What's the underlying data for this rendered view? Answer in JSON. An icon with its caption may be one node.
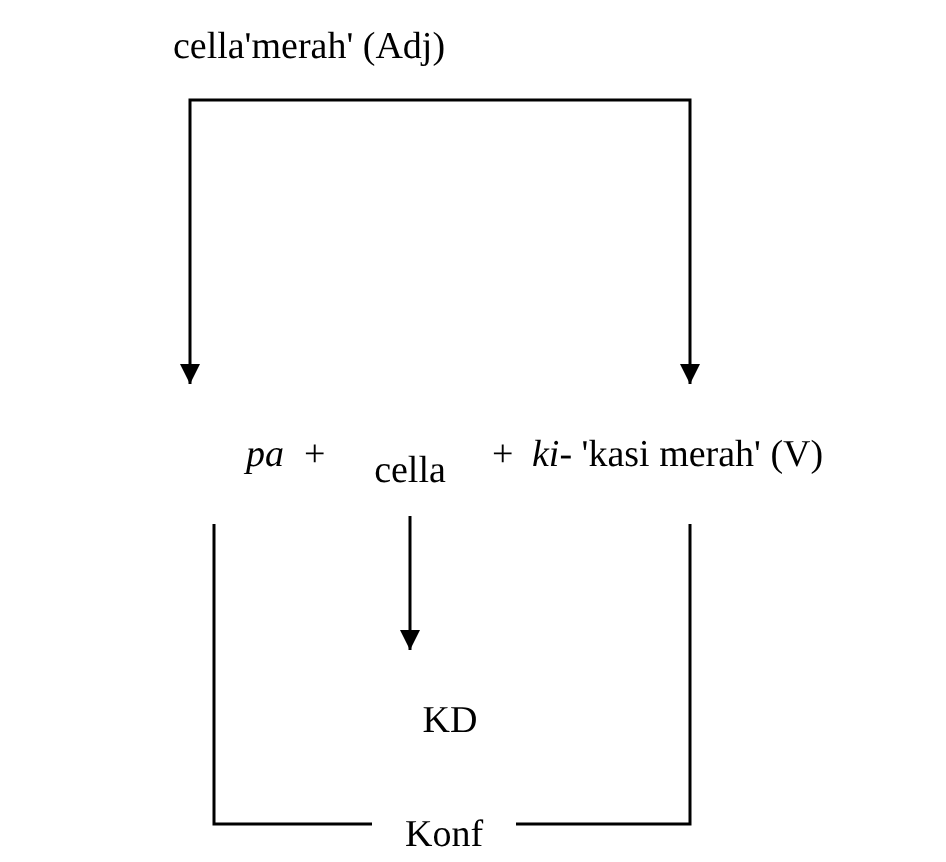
{
  "diagram": {
    "nodes": [
      {
        "text": [
          "cella'merah' (Adj)"
        ]
      },
      {
        "text": [
          "pa"
        ]
      },
      {
        "text": [
          "cella"
        ]
      },
      {
        "text": [
          "*ki*- 'kasi merah' (V)"
        ]
      },
      {
        "text": [
          "KD"
        ]
      },
      {
        "text": [
          "Konf"
        ]
      }
    ],
    "edges": [
      {
        "from": 0,
        "to": 1,
        "arrow": "to"
      },
      {
        "from": 0,
        "to": 3,
        "arrow": "to"
      },
      {
        "from": 2,
        "to": 4,
        "arrow": "to"
      },
      {
        "from": 1,
        "to": 5,
        "arrow": "none"
      },
      {
        "from": 3,
        "to": 5,
        "arrow": "none"
      }
    ],
    "labels": [
      "+",
      "+"
    ]
  }
}
